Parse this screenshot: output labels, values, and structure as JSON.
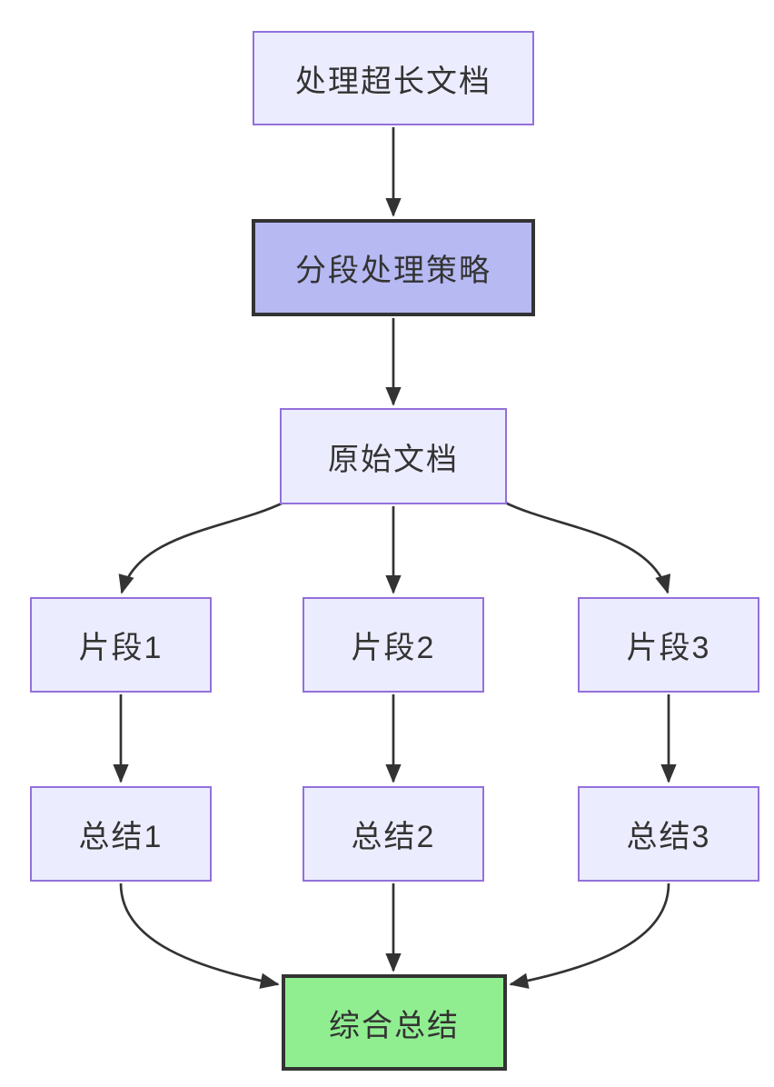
{
  "diagram": {
    "type": "flowchart",
    "direction": "top-down",
    "nodes": {
      "process_long_doc": {
        "label": "处理超长文档",
        "style": "default"
      },
      "segment_strategy": {
        "label": "分段处理策略",
        "style": "emphasis"
      },
      "original_doc": {
        "label": "原始文档",
        "style": "default"
      },
      "fragment_1": {
        "label": "片段1",
        "style": "default"
      },
      "fragment_2": {
        "label": "片段2",
        "style": "default"
      },
      "fragment_3": {
        "label": "片段3",
        "style": "default"
      },
      "summary_1": {
        "label": "总结1",
        "style": "default"
      },
      "summary_2": {
        "label": "总结2",
        "style": "default"
      },
      "summary_3": {
        "label": "总结3",
        "style": "default"
      },
      "final_summary": {
        "label": "综合总结",
        "style": "success"
      }
    },
    "edges": [
      {
        "from": "process_long_doc",
        "to": "segment_strategy",
        "arrow": "down"
      },
      {
        "from": "segment_strategy",
        "to": "original_doc",
        "arrow": "down"
      },
      {
        "from": "original_doc",
        "to": "fragment_1",
        "arrow": "curve-left-down"
      },
      {
        "from": "original_doc",
        "to": "fragment_2",
        "arrow": "down"
      },
      {
        "from": "original_doc",
        "to": "fragment_3",
        "arrow": "curve-right-down"
      },
      {
        "from": "fragment_1",
        "to": "summary_1",
        "arrow": "down"
      },
      {
        "from": "fragment_2",
        "to": "summary_2",
        "arrow": "down"
      },
      {
        "from": "fragment_3",
        "to": "summary_3",
        "arrow": "down"
      },
      {
        "from": "summary_1",
        "to": "final_summary",
        "arrow": "curve-down-right"
      },
      {
        "from": "summary_2",
        "to": "final_summary",
        "arrow": "down"
      },
      {
        "from": "summary_3",
        "to": "final_summary",
        "arrow": "curve-down-left"
      }
    ],
    "colors": {
      "background": "#ffffff",
      "node_fill": "#ECECFF",
      "node_border": "#9370DB",
      "emphasis_fill": "#B6B9F2",
      "emphasis_border": "#333333",
      "success_fill": "#90EE90",
      "success_border": "#333333",
      "edge_color": "#333333",
      "text_color": "#333333"
    }
  }
}
